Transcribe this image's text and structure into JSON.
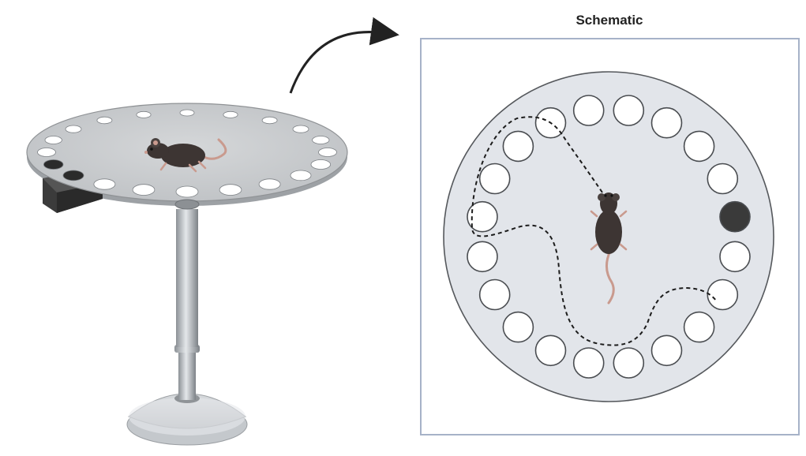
{
  "schematic": {
    "title": "Schematic",
    "hole_count": 20,
    "escape_hole_index": 4
  },
  "apparatus": {
    "table_hole_count": 20
  },
  "colors": {
    "table_top": "#c9cbcd",
    "table_edge": "#8f9295",
    "schematic_frame": "#a6b2c8",
    "schematic_arena": "#e2e5ea",
    "hole_fill": "#ffffff",
    "escape_hole": "#3a3a3a",
    "mouse_body": "#3d3533",
    "mouse_tail": "#c99a8e"
  },
  "icons": {
    "mouse": "mouse-icon",
    "arrow": "curved-arrow-icon"
  }
}
